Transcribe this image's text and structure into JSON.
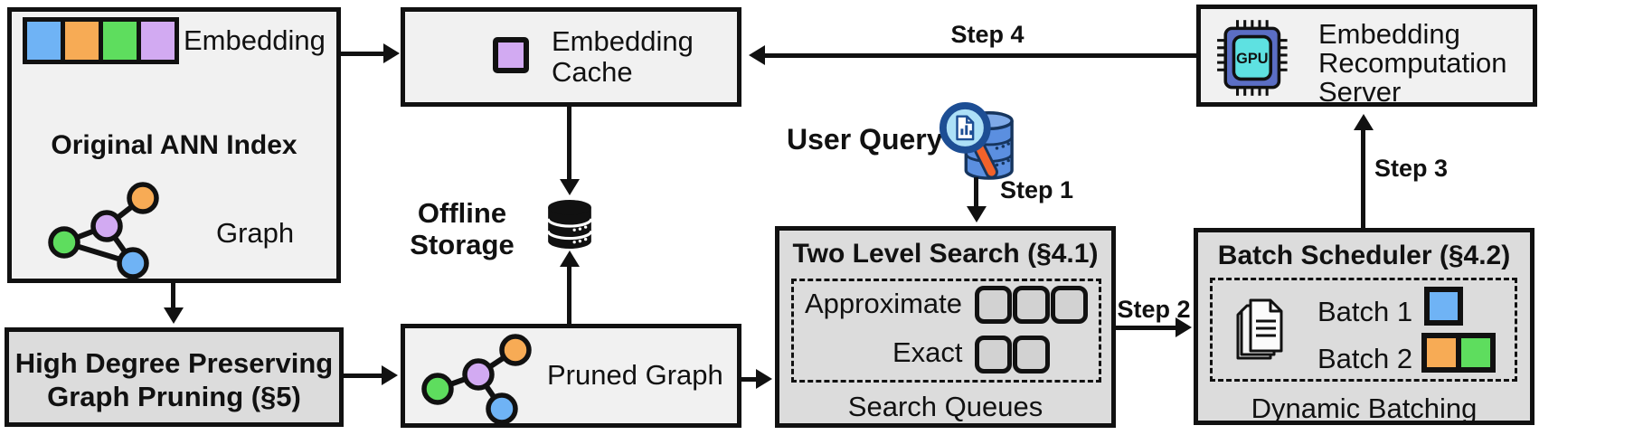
{
  "diagram": {
    "original_index": {
      "embedding_label": "Embedding",
      "title": "Original ANN Index",
      "graph_label": "Graph"
    },
    "embedding_cache": {
      "line1": "Embedding",
      "line2": "Cache"
    },
    "offline_storage": {
      "line1": "Offline",
      "line2": "Storage"
    },
    "recomputation_server": {
      "line1": "Embedding",
      "line2": "Recomputation",
      "line3": "Server",
      "chip_label": "GPU"
    },
    "user_query": {
      "label": "User Query"
    },
    "two_level_search": {
      "title": "Two Level Search (§4.1)",
      "row1_label": "Approximate",
      "row2_label": "Exact",
      "footer": "Search Queues"
    },
    "batch_scheduler": {
      "title": "Batch Scheduler (§4.2)",
      "batch1_label": "Batch 1",
      "batch2_label": "Batch 2",
      "footer": "Dynamic Batching"
    },
    "graph_pruning": {
      "line1": "High Degree Preserving",
      "line2": "Graph Pruning (§5)"
    },
    "pruned_graph": {
      "label": "Pruned Graph"
    },
    "steps": {
      "s1": "Step 1",
      "s2": "Step 2",
      "s3": "Step 3",
      "s4": "Step 4"
    },
    "colors": {
      "node_blue": "#6fb3f5",
      "node_orange": "#f7ab55",
      "node_green": "#5edd5e",
      "node_purple": "#d2aaf2",
      "box_light": "#f1f1f1",
      "box_dark": "#dcdcdc",
      "queue_fill": "#d2d2d2",
      "gpu_body": "#5b6ec4",
      "gpu_core": "#5ee1e1",
      "query_db_blue": "#5b8fe0",
      "magnifier_lens": "#ade0f7",
      "magnifier_handle": "#f2622a",
      "line": "#111111"
    }
  }
}
